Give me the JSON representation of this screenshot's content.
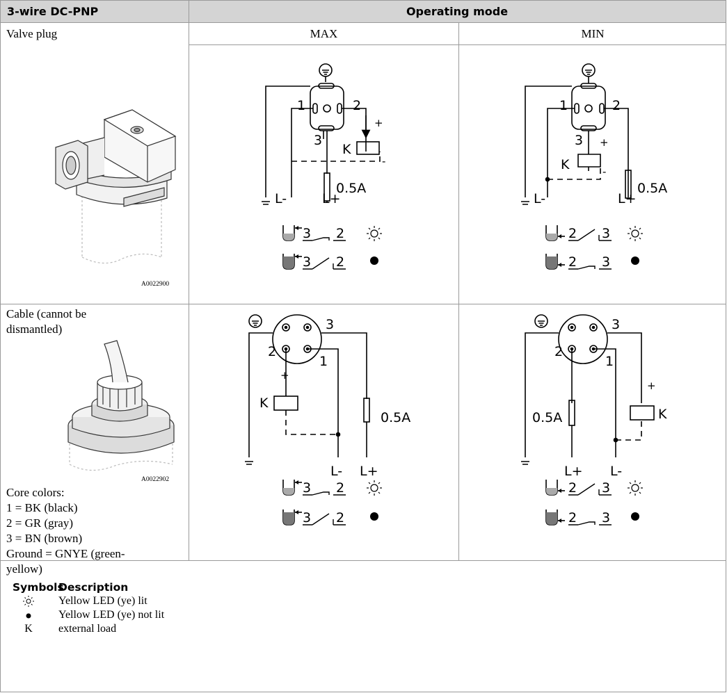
{
  "header": {
    "col1": "3-wire DC-PNP",
    "operating_mode": "Operating mode"
  },
  "modes": {
    "max": "MAX",
    "min": "MIN"
  },
  "rows": [
    {
      "title": "Valve plug",
      "image_ref": "A0022900",
      "image": "valve-plug-connector"
    },
    {
      "title_line1": "Cable (cannot be",
      "title_line2": "dismantled)",
      "image_ref": "A0022902",
      "image": "cable-connector",
      "core_colors": [
        "Core colors:",
        "1 = BK (black)",
        "2 = GR (gray)",
        "3 = BN (brown)",
        "Ground = GNYE (green-",
        "yellow)"
      ]
    }
  ],
  "diagram_labels": {
    "pin1": "1",
    "pin2": "2",
    "pin3": "3",
    "load": "K",
    "fuse": "0.5A",
    "l_minus": "L-",
    "l_plus": "L+",
    "plus": "+",
    "minus": "-"
  },
  "switch_states": {
    "max": {
      "covered": [
        "3",
        "2"
      ],
      "uncovered": [
        "3",
        "2"
      ]
    },
    "min": {
      "covered": [
        "2",
        "3"
      ],
      "uncovered": [
        "2",
        "3"
      ]
    }
  },
  "legend": {
    "col_symbols": "Symbols",
    "col_description": "Description",
    "items": [
      {
        "symbol": "led-lit-icon",
        "glyph": "☼",
        "text": "Yellow LED (ye) lit"
      },
      {
        "symbol": "led-off-icon",
        "glyph": "●",
        "text": "Yellow LED (ye) not lit"
      },
      {
        "symbol": "load-k",
        "glyph": "K",
        "text": "external load"
      }
    ]
  },
  "colors": {
    "header_bg": "#d4d4d4",
    "grid": "#9a9a9a"
  }
}
